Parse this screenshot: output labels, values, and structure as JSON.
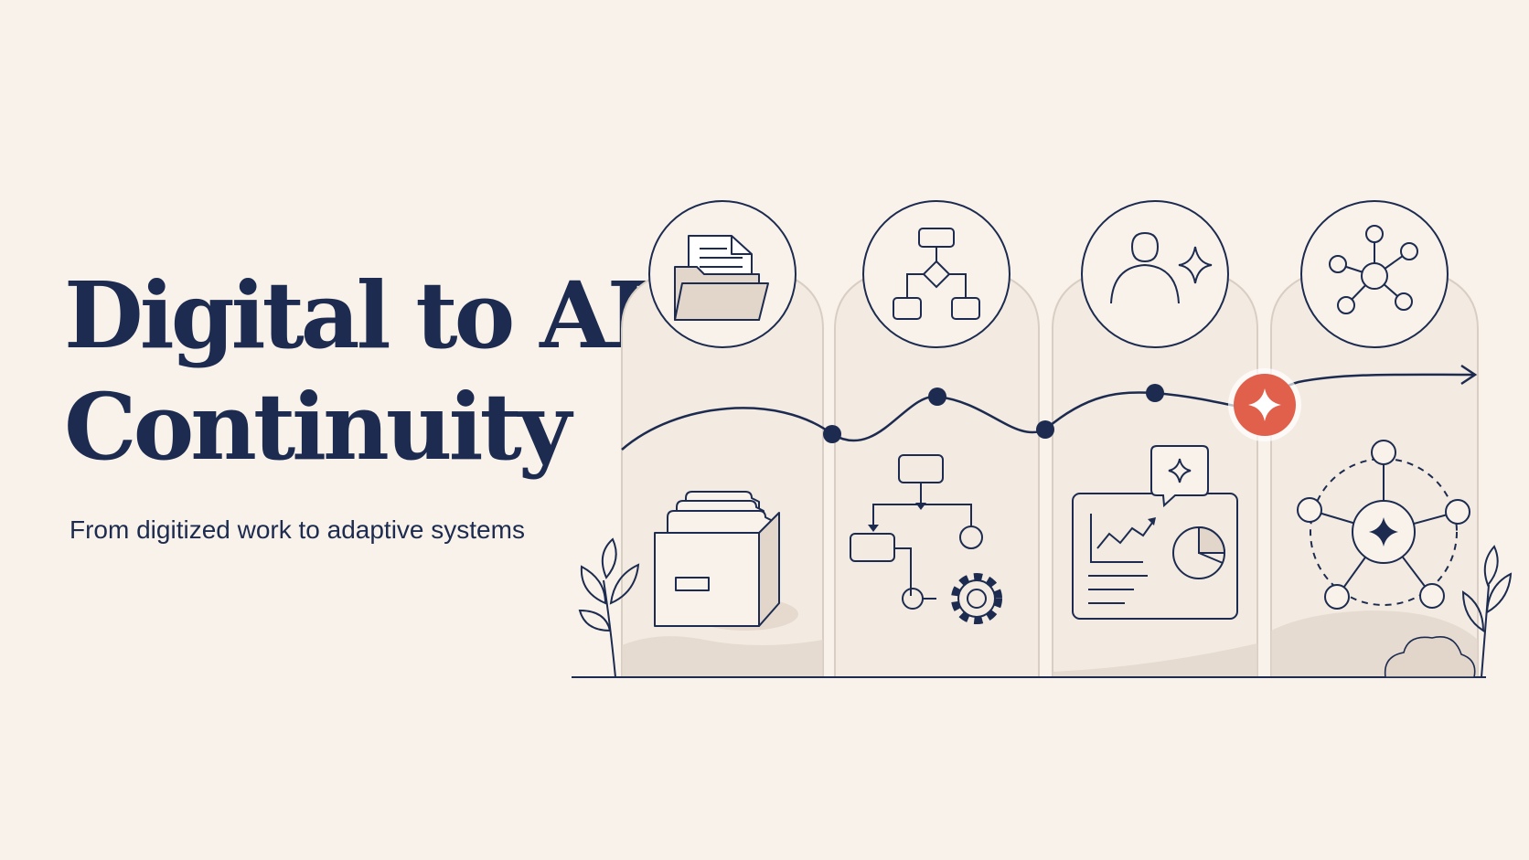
{
  "title": {
    "line1": "Digital to AI",
    "line2": "Continuity"
  },
  "subtitle": "From digitized work to adaptive systems",
  "colors": {
    "background": "#f9f2ea",
    "ink": "#1c2b4f",
    "panel": "#f3ebe2",
    "panel_stroke": "#d9cec3",
    "shade": "#e2d6ca",
    "accent": "#e0604c"
  },
  "stages": [
    {
      "top_icon": "folder-icon",
      "bottom_icon": "file-box-icon"
    },
    {
      "top_icon": "workflow-icon",
      "bottom_icon": "process-gear-icon"
    },
    {
      "top_icon": "person-sparkle-icon",
      "bottom_icon": "dashboard-insight-icon"
    },
    {
      "top_icon": "network-hub-icon",
      "bottom_icon": "ai-network-icon"
    }
  ],
  "timeline": {
    "accent_node_icon": "sparkle-icon",
    "end_icon": "arrow-right-icon"
  }
}
